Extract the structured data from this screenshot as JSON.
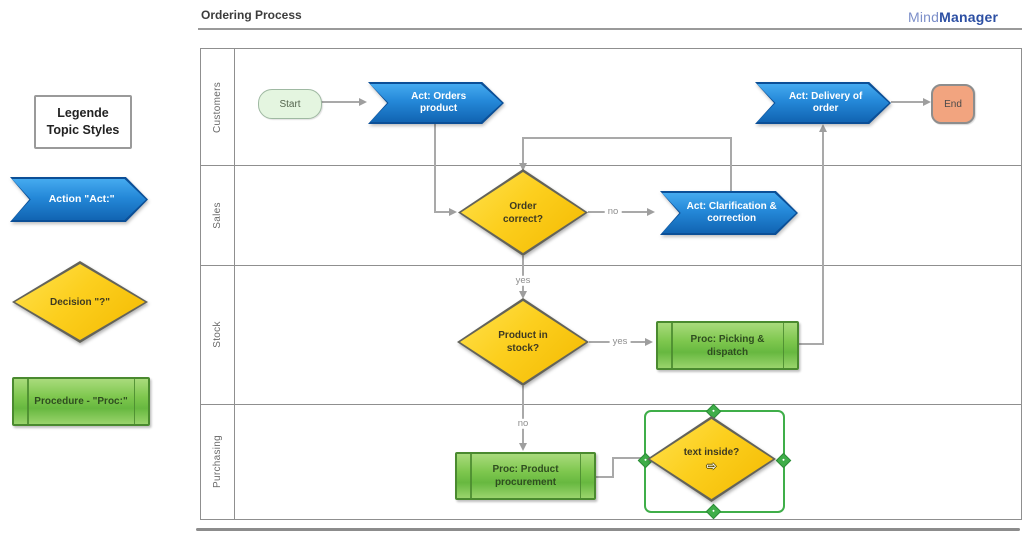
{
  "header": {
    "title": "Ordering Process",
    "logo_mind": "Mind",
    "logo_manager": "Manager"
  },
  "legend": {
    "title_line1": "Legende",
    "title_line2": "Topic Styles",
    "action_label": "Action \"Act:\"",
    "decision_label": "Decision \"?\"",
    "procedure_label": "Procedure - \"Proc:\""
  },
  "lanes": [
    "Customers",
    "Sales",
    "Stock",
    "Purchasing"
  ],
  "nodes": {
    "start": "Start",
    "act_orders": "Act: Orders product",
    "act_delivery": "Act: Delivery of order",
    "end": "End",
    "order_correct": "Order correct?",
    "act_clarification": "Act: Clarification & correction",
    "product_in_stock": "Product in stock?",
    "proc_picking": "Proc: Picking & dispatch",
    "proc_procurement": "Proc: Product procurement",
    "text_inside": "text inside?"
  },
  "edge_labels": {
    "no_to_clarification": "no",
    "yes_to_stock_check": "yes",
    "yes_to_picking": "yes",
    "no_to_procurement": "no"
  },
  "icons": {
    "text_cursor": "⇨"
  },
  "colors": {
    "action_blue": "#1470C4",
    "decision_yellow": "#F9C716",
    "procedure_green": "#76C047",
    "start_fill": "#E4F5E0",
    "end_fill": "#F2A47F",
    "selection_green": "#3FAE49",
    "connector_gray": "#A9A9A9",
    "logo_blue": "#2C4FA3",
    "lane_border_gray": "#8F8F8F"
  }
}
